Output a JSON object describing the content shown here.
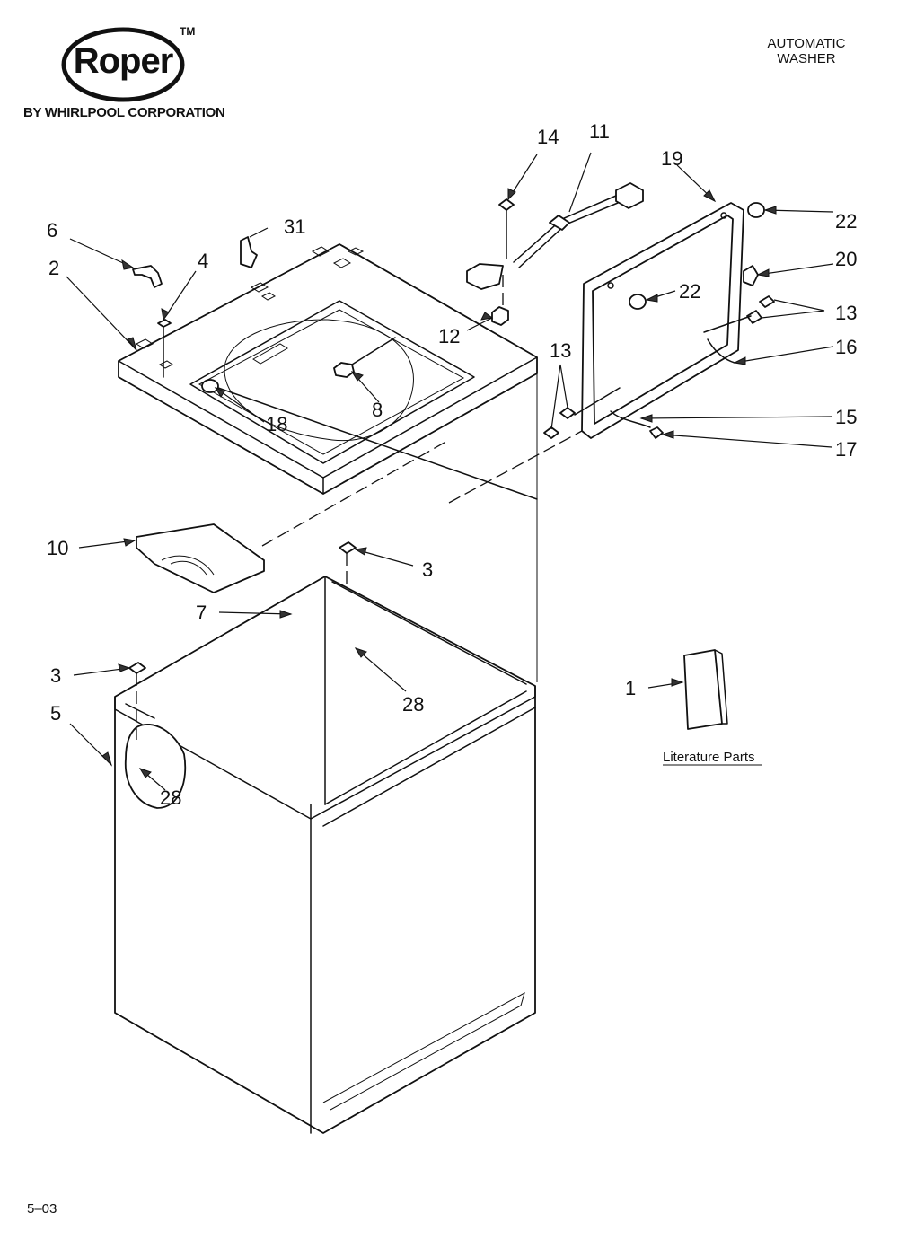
{
  "header": {
    "brand": "Roper",
    "trademark": "TM",
    "byline": "BY WHIRLPOOL CORPORATION",
    "product_line1": "AUTOMATIC",
    "product_line2": "WASHER"
  },
  "callouts": {
    "c1": "1",
    "c2": "2",
    "c3a": "3",
    "c3b": "3",
    "c4": "4",
    "c5": "5",
    "c6": "6",
    "c7": "7",
    "c8": "8",
    "c10": "10",
    "c11": "11",
    "c12": "12",
    "c13a": "13",
    "c13b": "13",
    "c14": "14",
    "c15": "15",
    "c16": "16",
    "c17": "17",
    "c18": "18",
    "c19": "19",
    "c20": "20",
    "c22a": "22",
    "c22b": "22",
    "c28a": "28",
    "c28b": "28",
    "c31": "31"
  },
  "literature_label": "Literature Parts",
  "footer": {
    "page_code": "5–03"
  }
}
